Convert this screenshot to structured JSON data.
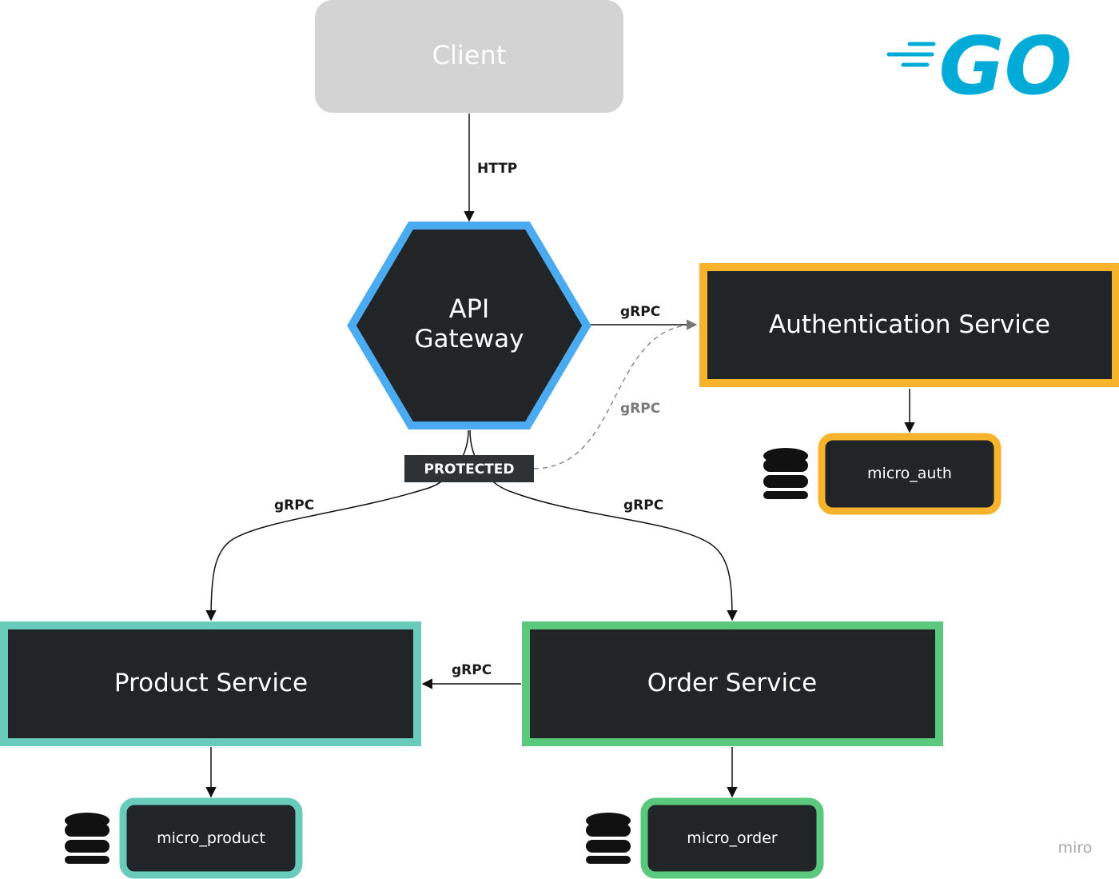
{
  "nodes": {
    "client": "Client",
    "api_gateway_line1": "API",
    "api_gateway_line2": "Gateway",
    "auth_service": "Authentication Service",
    "product_service": "Product Service",
    "order_service": "Order Service",
    "db_auth": "micro_auth",
    "db_product": "micro_product",
    "db_order": "micro_order"
  },
  "edges": {
    "client_to_gateway": "HTTP",
    "gateway_to_auth": "gRPC",
    "protected_to_auth": "gRPC",
    "gateway_to_product": "gRPC",
    "gateway_to_order": "gRPC",
    "order_to_product": "gRPC"
  },
  "badge": {
    "protected": "PROTECTED"
  },
  "logo": {
    "text": "GO"
  },
  "watermark": "miro",
  "colors": {
    "node_fill": "#212527",
    "client_fill": "#d3d3d3",
    "gateway_border": "#4aabf0",
    "auth_border": "#f6b32b",
    "product_border": "#69ccba",
    "order_border": "#5ac87d",
    "go_blue": "#00acd7"
  }
}
